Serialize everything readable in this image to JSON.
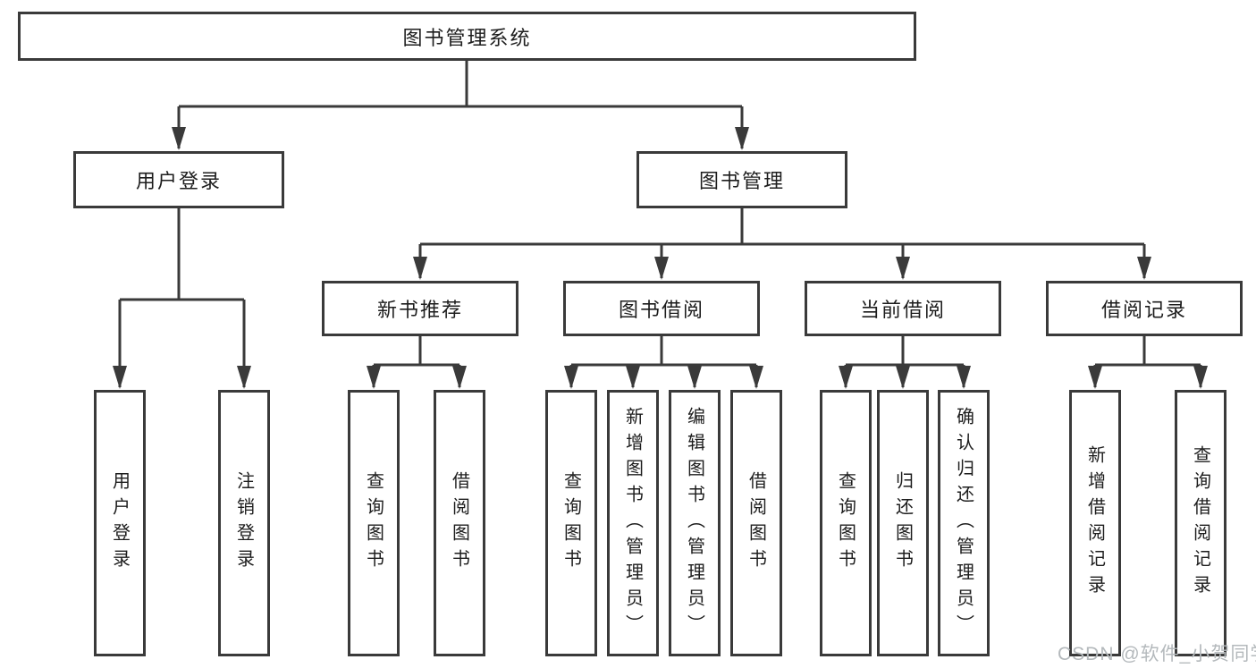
{
  "diagram": {
    "root": {
      "label": "图书管理系统"
    },
    "branches": [
      {
        "label": "用户登录",
        "children": [
          {
            "label": "用户登录"
          },
          {
            "label": "注销登录"
          }
        ]
      },
      {
        "label": "图书管理",
        "children": [
          {
            "label": "新书推荐",
            "children": [
              {
                "label": "查询图书"
              },
              {
                "label": "借阅图书"
              }
            ]
          },
          {
            "label": "图书借阅",
            "children": [
              {
                "label": "查询图书"
              },
              {
                "label": "新增图书（管理员）"
              },
              {
                "label": "编辑图书（管理员）"
              },
              {
                "label": "借阅图书"
              }
            ]
          },
          {
            "label": "当前借阅",
            "children": [
              {
                "label": "查询图书"
              },
              {
                "label": "归还图书"
              },
              {
                "label": "确认归还（管理员）"
              }
            ]
          },
          {
            "label": "借阅记录",
            "children": [
              {
                "label": "新增借阅记录"
              },
              {
                "label": "查询借阅记录"
              }
            ]
          }
        ]
      }
    ]
  },
  "watermark": {
    "text": "CSDN @软件_小贺同学"
  },
  "colors": {
    "line": "#3a3a3a",
    "text": "#1d1d1d",
    "box_background": "#ffffff",
    "page_background": "#ffffff",
    "watermark": "#b4b9bc"
  }
}
